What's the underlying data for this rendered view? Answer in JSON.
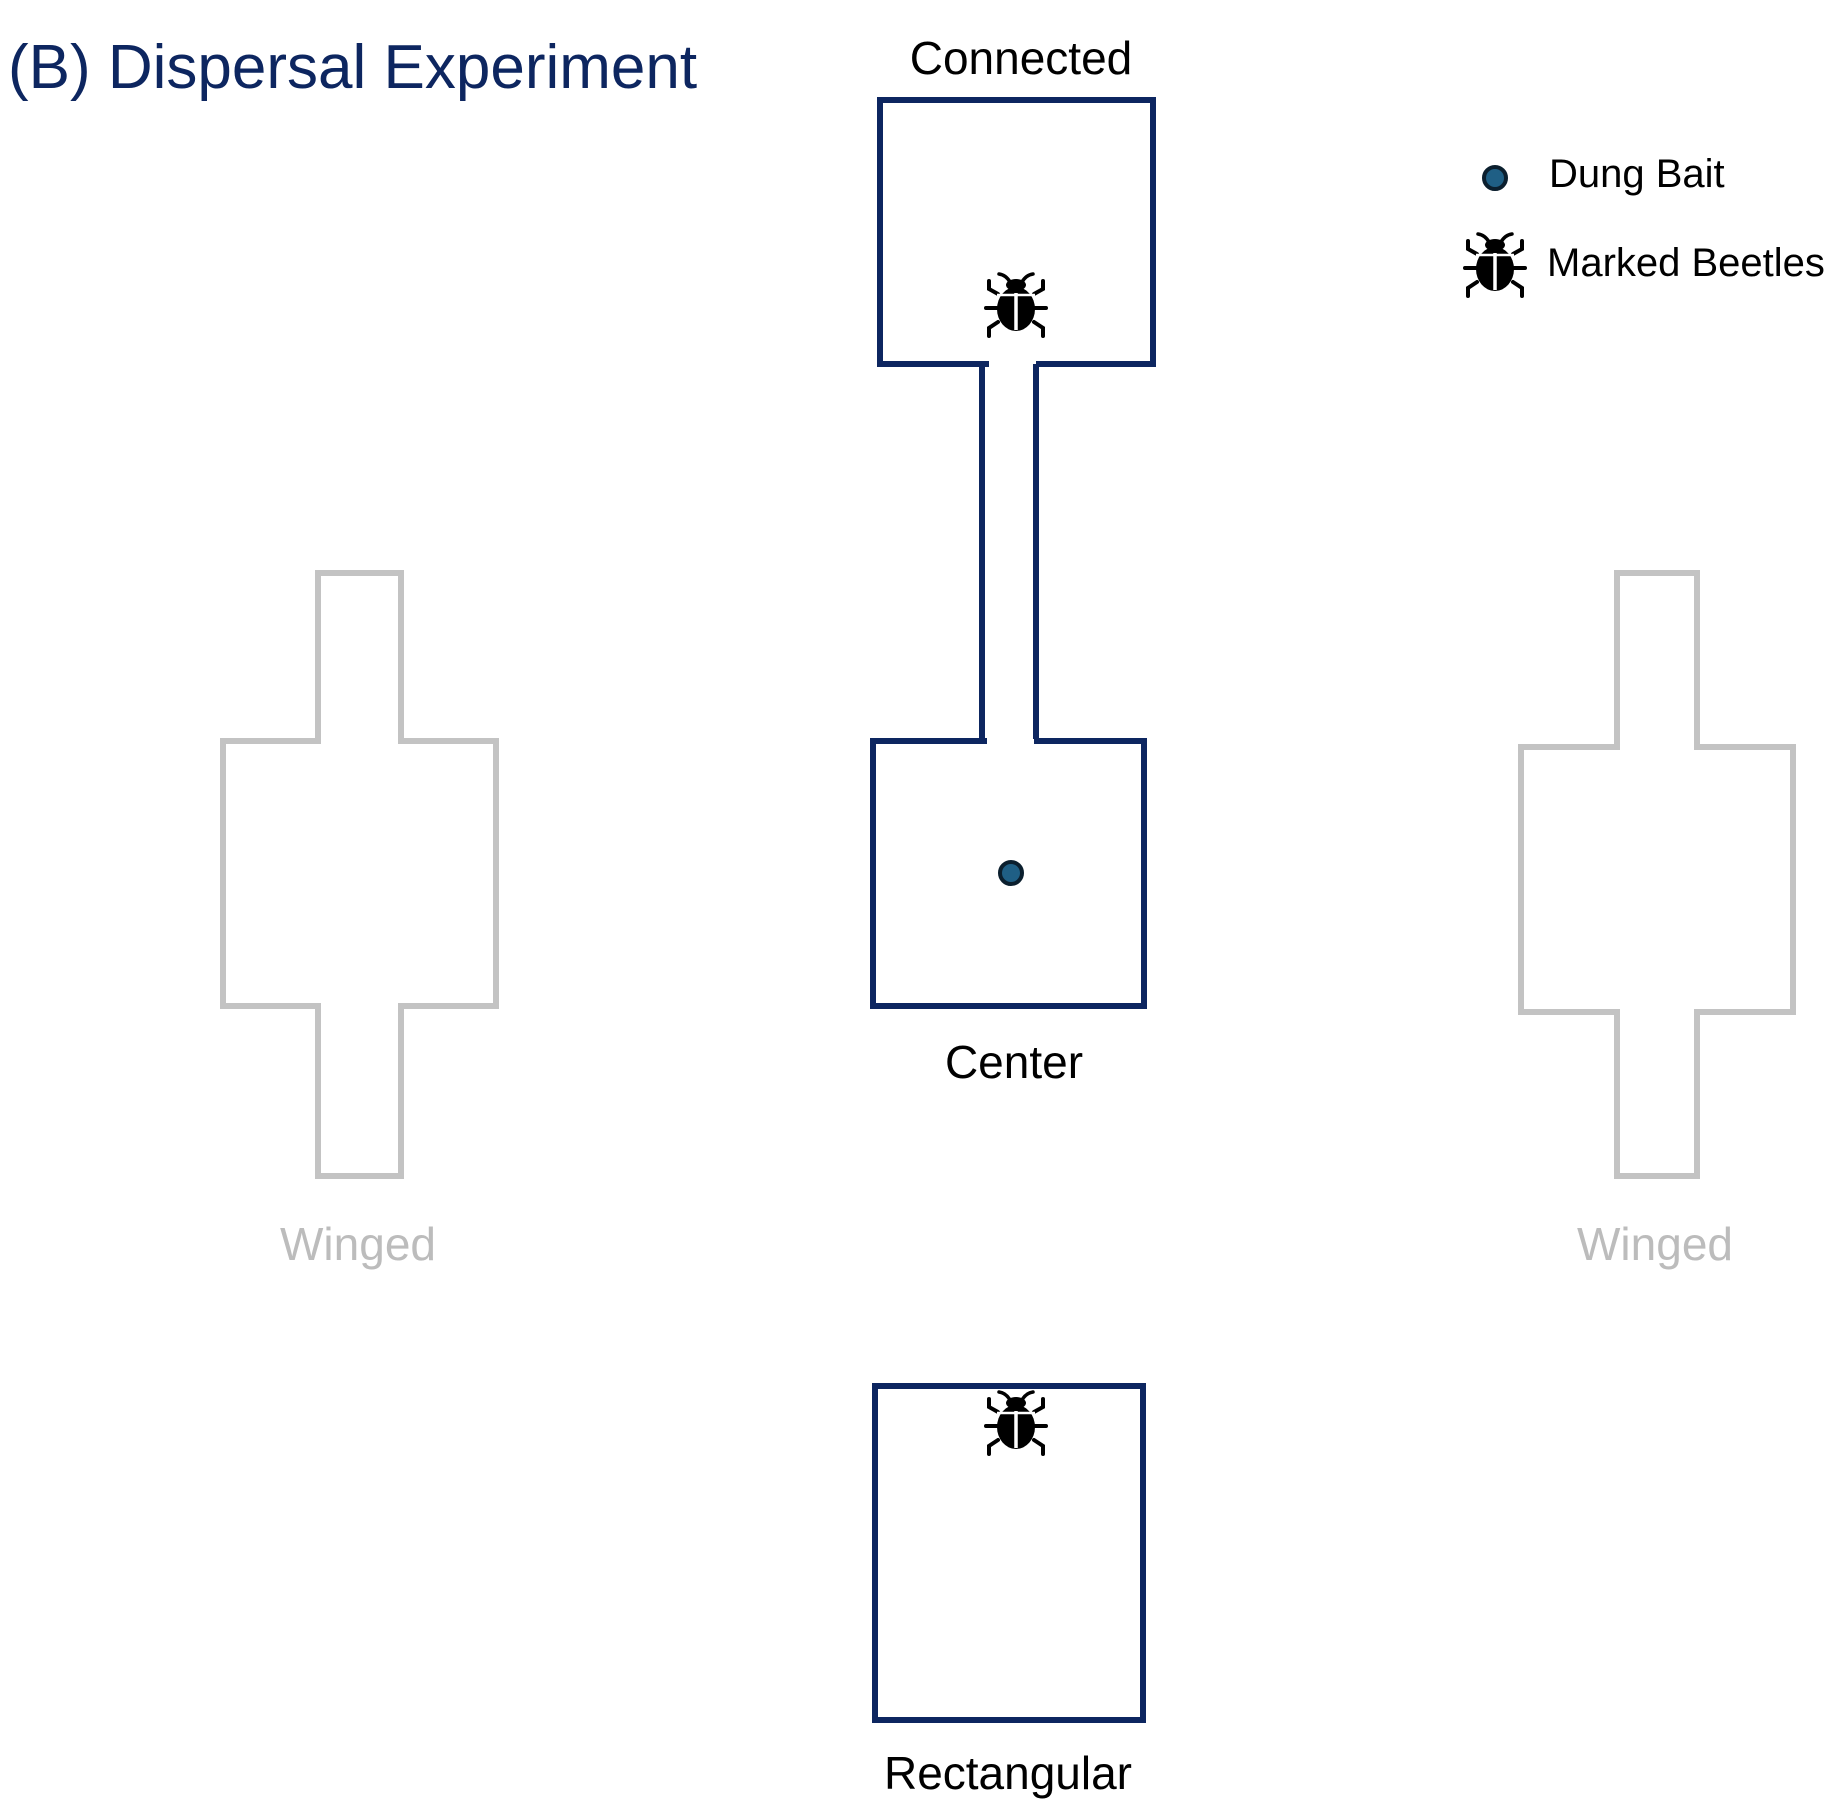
{
  "title": "(B) Dispersal Experiment",
  "labels": {
    "connected": "Connected",
    "center": "Center",
    "rectangular": "Rectangular",
    "winged_left": "Winged",
    "winged_right": "Winged"
  },
  "legend": {
    "dung_bait": "Dung Bait",
    "marked_beetles": "Marked Beetles"
  },
  "colors": {
    "active_outline": "#0d2660",
    "inactive_outline": "#c3c3c3",
    "title": "#0d2660",
    "label": "#000000",
    "inactive_label": "#bcbcbc",
    "bait_fill": "#1f5f85",
    "beetle": "#000000"
  },
  "icons": {
    "bait": "dung-bait-icon",
    "beetle": "beetle-icon"
  }
}
